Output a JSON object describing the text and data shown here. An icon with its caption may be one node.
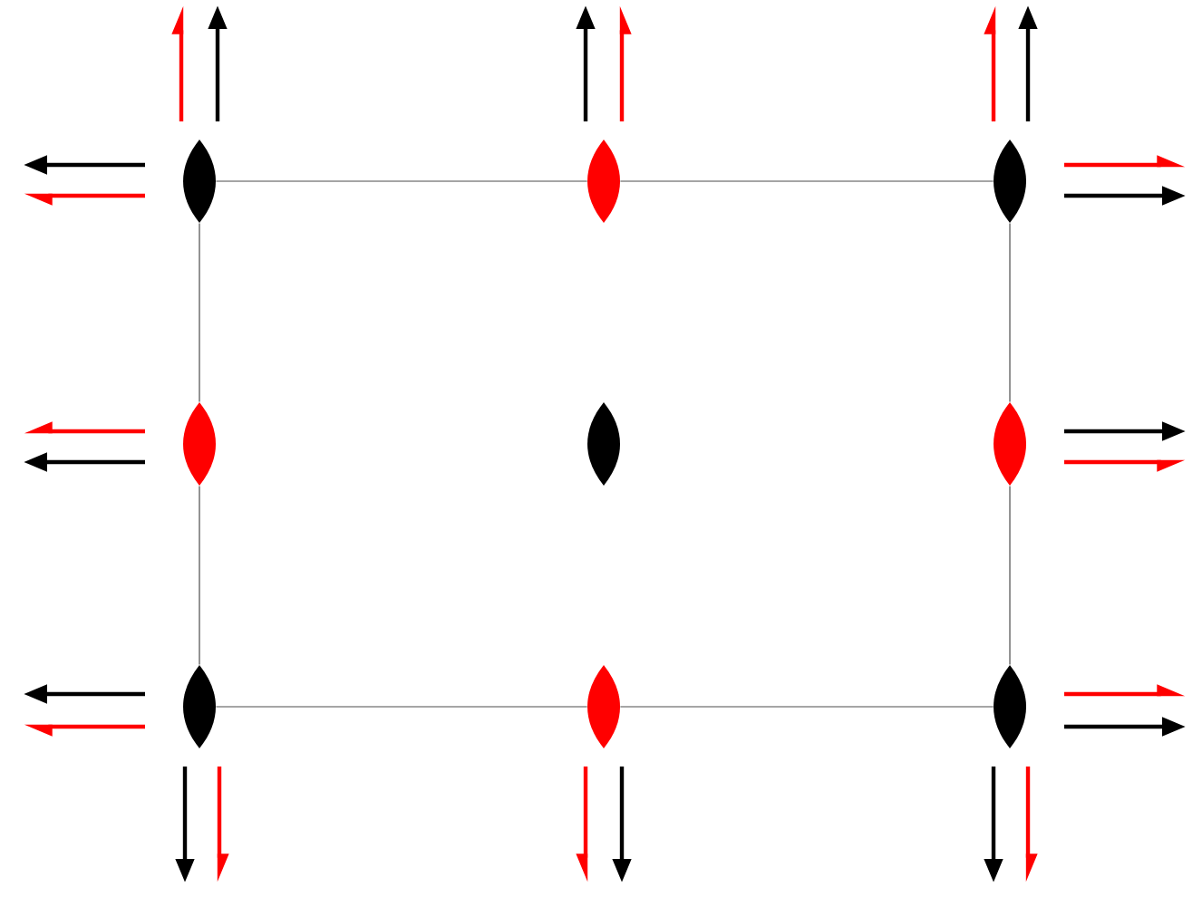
{
  "diagram": {
    "nodes": [
      {
        "text": [],
        "shape": "lens"
      },
      {
        "text": [],
        "shape": "lens"
      },
      {
        "text": [],
        "shape": "lens"
      },
      {
        "text": [],
        "shape": "lens"
      },
      {
        "text": [],
        "shape": "lens"
      },
      {
        "text": [],
        "shape": "lens"
      },
      {
        "text": [],
        "shape": "lens"
      },
      {
        "text": [],
        "shape": "lens"
      },
      {
        "text": [],
        "shape": "lens"
      }
    ],
    "edges": [
      {
        "from": 0,
        "to": 1,
        "arrow": "none"
      },
      {
        "from": 1,
        "to": 2,
        "arrow": "none"
      },
      {
        "from": 0,
        "to": 3,
        "arrow": "none"
      },
      {
        "from": 3,
        "to": 6,
        "arrow": "none"
      },
      {
        "from": 2,
        "to": 5,
        "arrow": "none"
      },
      {
        "from": 5,
        "to": 8,
        "arrow": "none"
      },
      {
        "from": 6,
        "to": 7,
        "arrow": "none"
      },
      {
        "from": 7,
        "to": 8,
        "arrow": "none"
      }
    ]
  }
}
